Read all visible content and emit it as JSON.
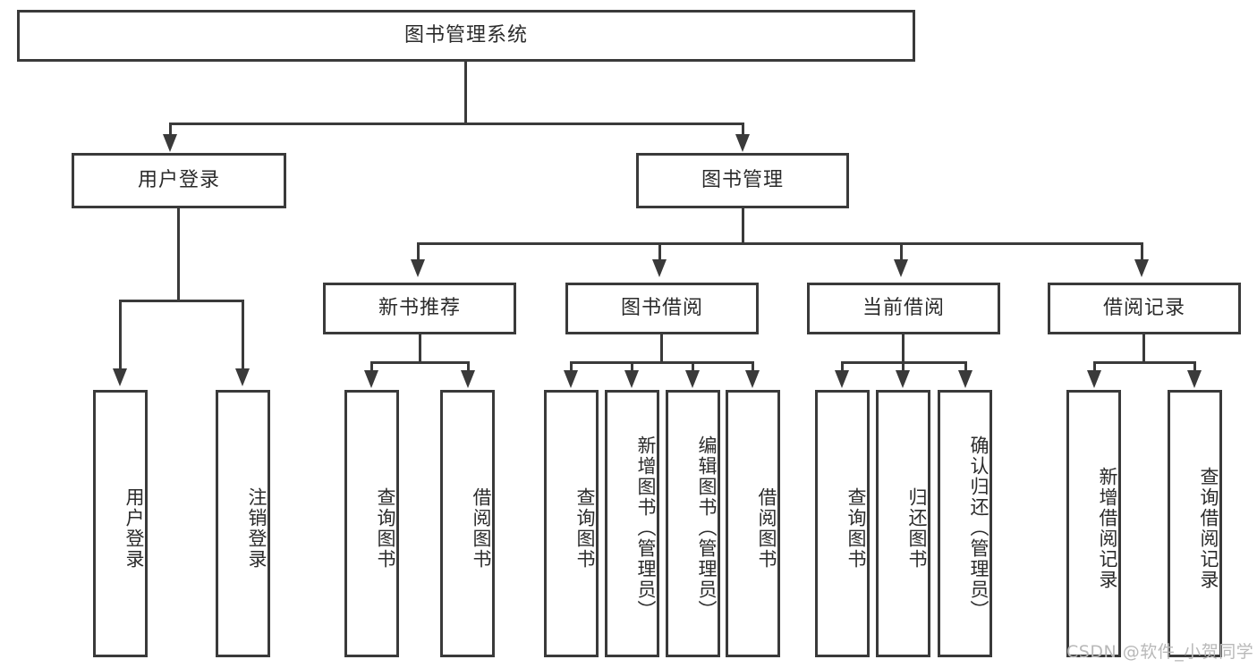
{
  "diagram": {
    "type": "tree-hierarchy-chart",
    "title_text": "图书管理系统",
    "root": {
      "label": "图书管理系统"
    },
    "level2": [
      {
        "label": "用户登录"
      },
      {
        "label": "图书管理"
      }
    ],
    "level3": [
      {
        "label": "新书推荐"
      },
      {
        "label": "图书借阅"
      },
      {
        "label": "当前借阅"
      },
      {
        "label": "借阅记录"
      }
    ],
    "leaves": {
      "user_login": [
        {
          "label": "用户登录"
        },
        {
          "label": "注销登录"
        }
      ],
      "new_book_recommend": [
        {
          "label": "查询图书"
        },
        {
          "label": "借阅图书"
        }
      ],
      "book_borrow": [
        {
          "label": "查询图书"
        },
        {
          "label": "新增图书（管理员）"
        },
        {
          "label": "编辑图书（管理员）"
        },
        {
          "label": "借阅图书"
        }
      ],
      "current_borrow": [
        {
          "label": "查询图书"
        },
        {
          "label": "归还图书"
        },
        {
          "label": "确认归还（管理员）"
        }
      ],
      "borrow_record": [
        {
          "label": "新增借阅记录"
        },
        {
          "label": "查询借阅记录"
        }
      ]
    },
    "watermark": "CSDN @软件_小贺同学",
    "colors": {
      "stroke": "#3a3a3a",
      "text": "#2b2b2b",
      "background": "#ffffff",
      "watermark": "#b9b9b9"
    }
  }
}
